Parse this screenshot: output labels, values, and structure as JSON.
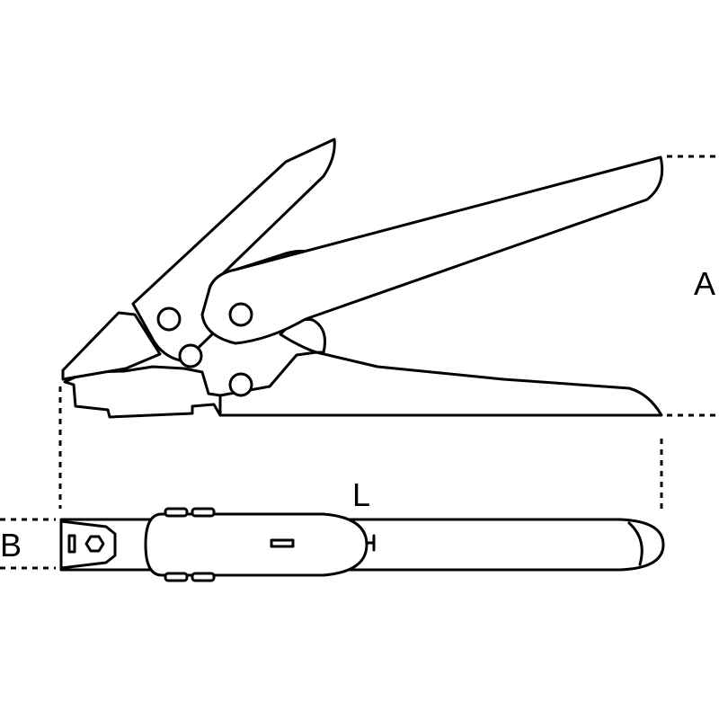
{
  "dimensions": {
    "height_label": "A",
    "length_label": "L",
    "width_label": "B"
  },
  "colors": {
    "line": "#000000",
    "background": "#ffffff"
  }
}
